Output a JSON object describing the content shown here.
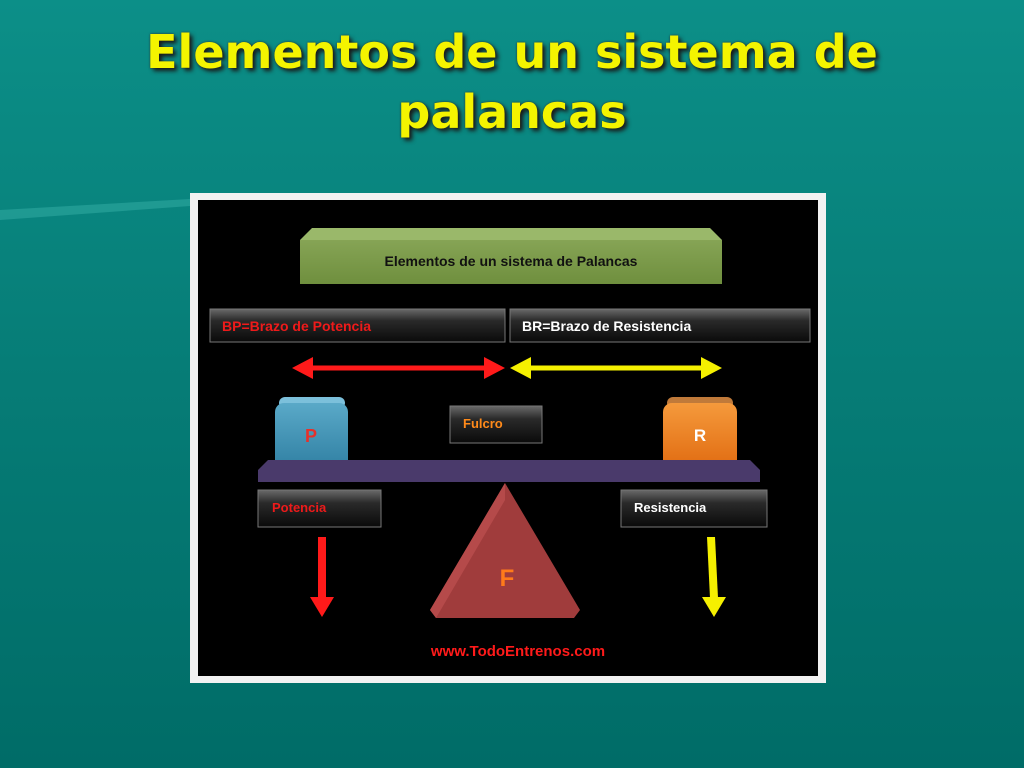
{
  "slide": {
    "title_line1": "Elementos de un sistema de",
    "title_line2": "palancas"
  },
  "diagram": {
    "header": "Elementos de un sistema de Palancas",
    "bp_label": "BP=Brazo de Potencia",
    "br_label": "BR=Brazo de Resistencia",
    "p_block": "P",
    "r_block": "R",
    "fulcro_label": "Fulcro",
    "potencia_label": "Potencia",
    "resistencia_label": "Resistencia",
    "fulcrum_letter": "F",
    "website": "www.TodoEntrenos.com"
  },
  "colors": {
    "background": "#067c76",
    "title": "#f4f400",
    "power": "#ff1a1a",
    "resistance": "#f5f000",
    "power_block": "#3a8fb0",
    "resistance_block": "#e8761a",
    "lever": "#4a3a6b",
    "fulcrum": "#a03c3c"
  }
}
